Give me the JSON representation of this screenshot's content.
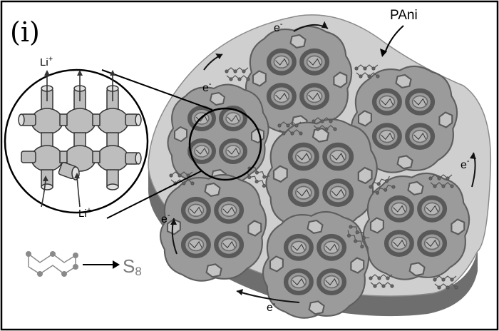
{
  "panel_label": "(i)",
  "labels": {
    "pani": "PAni",
    "li_top": "Li",
    "li_bottom": "Li",
    "li_charge": "+",
    "electron": "e",
    "electron_charge": "-",
    "s8_main": "S",
    "s8_sub": "8"
  },
  "colors": {
    "frame": "#000000",
    "pani_surface": "#cfcfcf",
    "pani_side": "#6e6e6e",
    "mof_fill": "#9b9b9b",
    "mof_dark": "#5e5e5e",
    "inset_fill": "#bdbdbd",
    "s8_text": "#7a7a7a"
  }
}
